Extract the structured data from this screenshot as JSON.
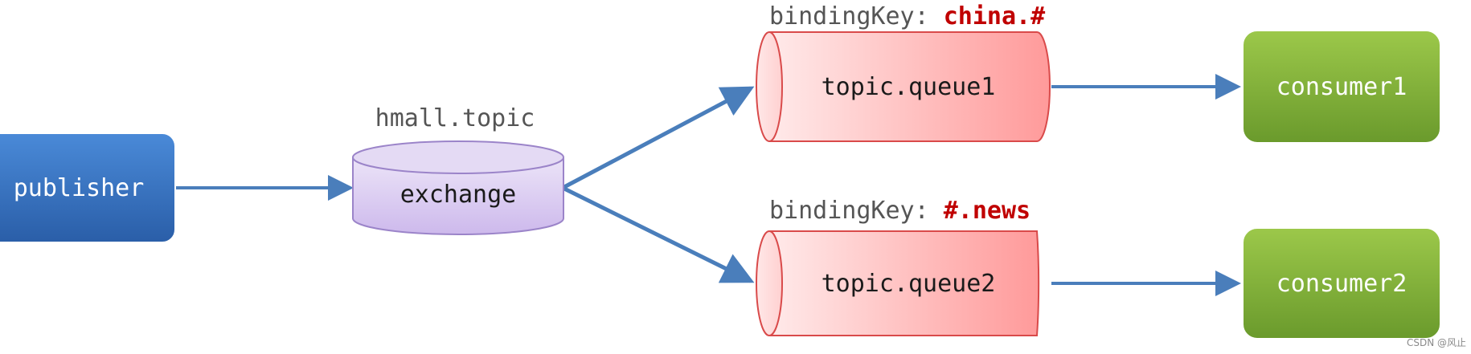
{
  "publisher": {
    "label": "publisher"
  },
  "exchange": {
    "name": "hmall.topic",
    "label": "exchange"
  },
  "queues": [
    {
      "label": "topic.queue1",
      "binding_prefix": "bindingKey: ",
      "binding_key": "china.#"
    },
    {
      "label": "topic.queue2",
      "binding_prefix": "bindingKey: ",
      "binding_key": "#.news"
    }
  ],
  "consumers": [
    {
      "label": "consumer1"
    },
    {
      "label": "consumer2"
    }
  ],
  "watermark": "CSDN @风止",
  "colors": {
    "publisher": "#2f6fba",
    "exchange": "#d7c8ef",
    "queue": "#ff9f9f",
    "consumer": "#7fae3a",
    "arrow": "#4a7ebb",
    "binding_key": "#c00000"
  }
}
